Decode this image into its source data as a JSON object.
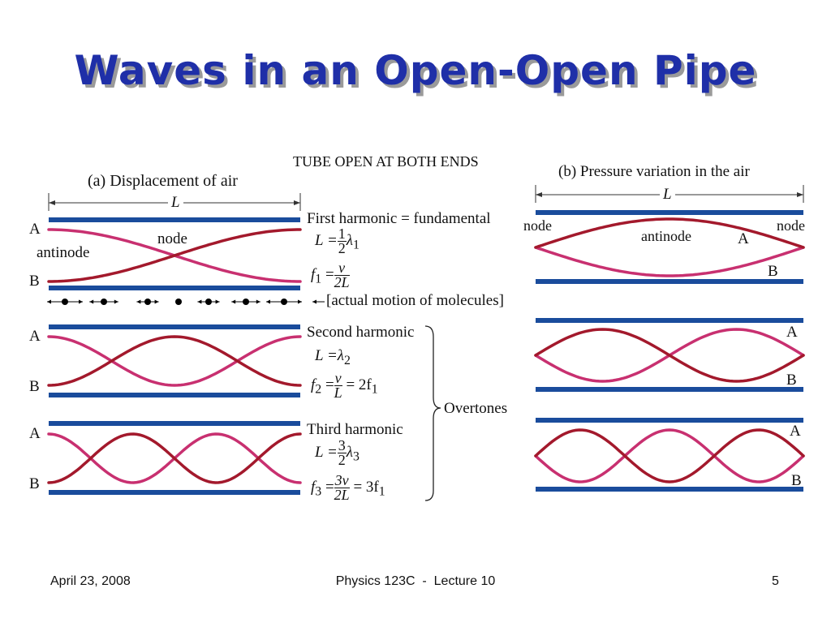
{
  "slide": {
    "title": "Waves in an Open-Open Pipe",
    "footer": {
      "date": "April 23, 2008",
      "course": "Physics 123C  -  Lecture 10",
      "page": "5"
    }
  },
  "diagram": {
    "heading": "TUBE OPEN AT BOTH ENDS",
    "panel_a": {
      "label": "(a)",
      "title": "Displacement of air",
      "length_label": "L",
      "end_a": "A",
      "end_b": "B",
      "antinode": "antinode",
      "node": "node",
      "molecules_caption": "[actual motion of molecules]",
      "harmonics": [
        {
          "n": 1,
          "name": "First harmonic  =  fundamental",
          "L_lhs": "L =",
          "L_frac": [
            "1",
            "2"
          ],
          "L_rhs": "λ",
          "L_sub": "1",
          "f_lhs": "f",
          "f_sub": "1",
          "f_eq": " =",
          "f_frac": [
            "v",
            "2L"
          ],
          "f_rhs": ""
        },
        {
          "n": 2,
          "name": "Second harmonic",
          "L_lhs": "L =",
          "L_frac": null,
          "L_rhs": "λ",
          "L_sub": "2",
          "f_lhs": "f",
          "f_sub": "2",
          "f_eq": " =",
          "f_frac": [
            "v",
            "L"
          ],
          "f_rhs": " = 2f",
          "f_rhs_sub": "1"
        },
        {
          "n": 3,
          "name": "Third harmonic",
          "L_lhs": "L =",
          "L_frac": [
            "3",
            "2"
          ],
          "L_rhs": "λ",
          "L_sub": "3",
          "f_lhs": "f",
          "f_sub": "3",
          "f_eq": " =",
          "f_frac": [
            "3v",
            "2L"
          ],
          "f_rhs": " = 3f",
          "f_rhs_sub": "1"
        }
      ],
      "overtones_label": "Overtones"
    },
    "panel_b": {
      "label": "(b)",
      "title": "Pressure variation in the air",
      "length_label": "L",
      "node_left": "node",
      "node_right": "node",
      "antinode": "antinode",
      "end_a": "A",
      "end_b": "B"
    },
    "colors": {
      "tube": "#1a4c9c",
      "curve_a": "#c83070",
      "curve_b": "#a3192c"
    }
  }
}
